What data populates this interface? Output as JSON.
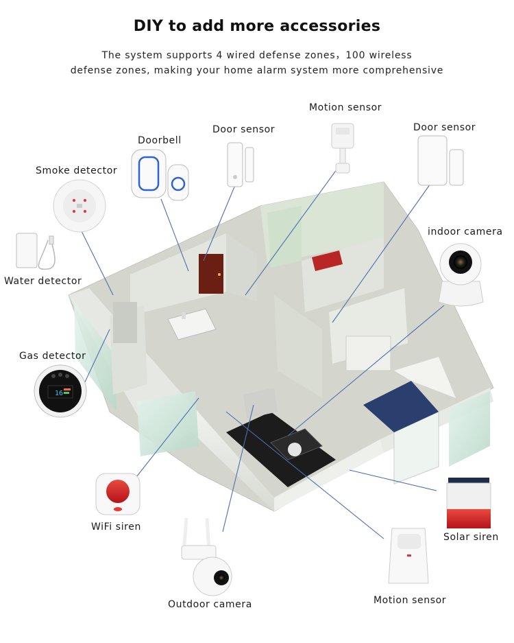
{
  "header": {
    "title": "DIY to add more accessories",
    "subtitle_line1": "The system supports 4 wired defense zones，100 wireless",
    "subtitle_line2": "defense zones, making your home alarm system more comprehensive"
  },
  "accessories": {
    "motion_sensor_top": "Motion sensor",
    "door_sensor_left": "Door sensor",
    "door_sensor_right": "Door sensor",
    "doorbell": "Doorbell",
    "smoke_detector": "Smoke detector",
    "indoor_camera": "indoor camera",
    "water_detector": "Water detector",
    "gas_detector": "Gas detector",
    "wifi_siren": "WiFi siren",
    "solar_siren": "Solar siren",
    "outdoor_camera": "Outdoor camera",
    "motion_sensor_bottom": "Motion sensor"
  },
  "colors": {
    "wall": "#e9ebe6",
    "floor": "#cfd1c8",
    "glass": "#d9ece3",
    "siren_red": "#d8232a",
    "doorbell_blue": "#2d62d6",
    "line": "#4a6fae"
  },
  "gas_detector_display": {
    "value": "16"
  }
}
